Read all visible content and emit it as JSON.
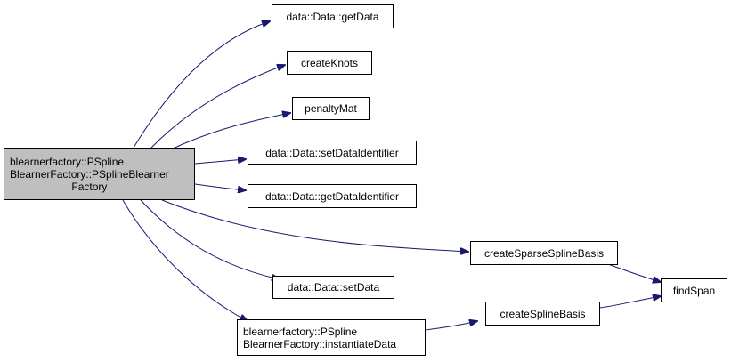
{
  "colors": {
    "edge": "#191970",
    "node_border": "#000000",
    "node_fill": "#ffffff",
    "root_fill": "#bfbfbf"
  },
  "graph": {
    "root": {
      "lines": [
        "blearnerfactory::PSpline",
        "BlearnerFactory::PSplineBlearner",
        "Factory"
      ]
    },
    "getData": {
      "label": "data::Data::getData"
    },
    "createKnots": {
      "label": "createKnots"
    },
    "penaltyMat": {
      "label": "penaltyMat"
    },
    "setDataIdentifier": {
      "label": "data::Data::setDataIdentifier"
    },
    "getDataIdentifier": {
      "label": "data::Data::getDataIdentifier"
    },
    "createSparseSplineBasis": {
      "label": "createSparseSplineBasis"
    },
    "setData": {
      "label": "data::Data::setData"
    },
    "findSpan": {
      "label": "findSpan"
    },
    "instantiateData": {
      "lines": [
        "blearnerfactory::PSpline",
        "BlearnerFactory::instantiateData"
      ]
    },
    "createSplineBasis": {
      "label": "createSplineBasis"
    }
  }
}
